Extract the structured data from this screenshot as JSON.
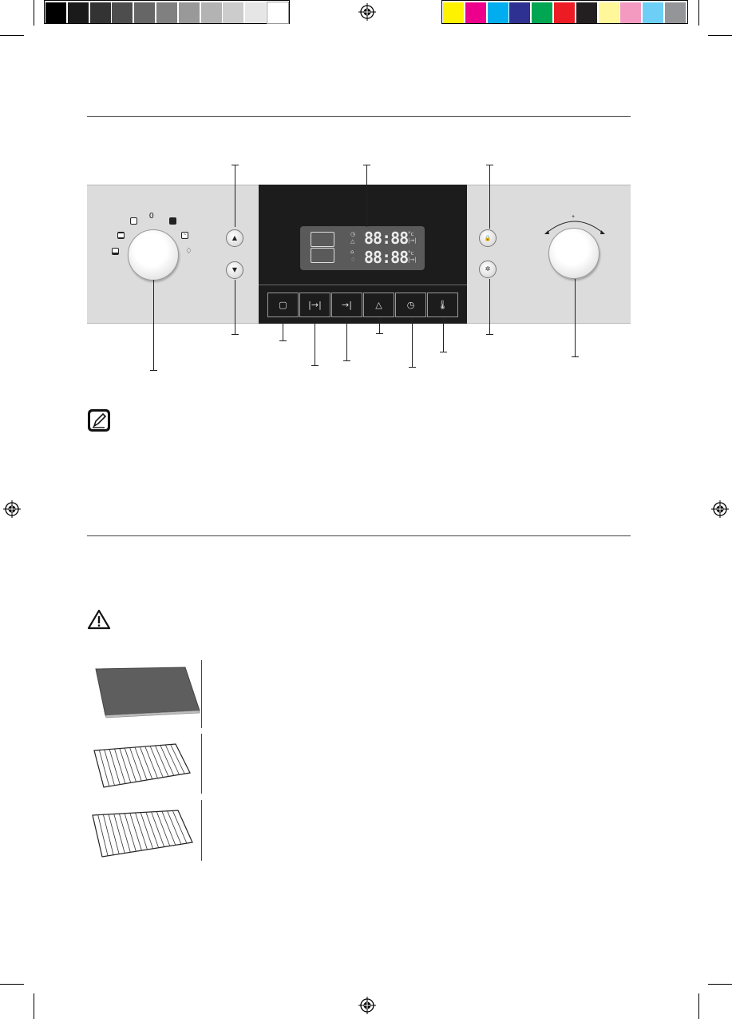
{
  "print_marks": {
    "grayscale_swatches": [
      "#000000",
      "#1a1a1a",
      "#333333",
      "#4d4d4d",
      "#666666",
      "#808080",
      "#999999",
      "#b3b3b3",
      "#cccccc",
      "#e6e6e6",
      "#ffffff"
    ],
    "color_swatches": [
      "#fff200",
      "#ec008c",
      "#00aeef",
      "#2e3192",
      "#00a651",
      "#ed1c24",
      "#231f20",
      "#fff799",
      "#f49ac1",
      "#6dcff6",
      "#939598"
    ]
  },
  "control_panel": {
    "mode_dial": {
      "off_label": "0",
      "mode_icons": [
        "fan-heating-icon",
        "top-bottom-heating-icon",
        "bottom-heating-icon",
        "conventional-icon",
        "grill-icon",
        "defrost-icon",
        "pizza-icon"
      ]
    },
    "shelf_buttons": {
      "up_glyph": "▲",
      "down_glyph": "▼"
    },
    "display": {
      "top_digits": "88:88",
      "bottom_digits": "88:88",
      "indicators": [
        "clock-icon",
        "timer-bell-icon",
        "lock-icon",
        "steam-icon"
      ]
    },
    "touch_buttons": [
      {
        "icon": "oven-select-icon",
        "glyph": "▢"
      },
      {
        "icon": "cooking-time-icon",
        "glyph": "|→|"
      },
      {
        "icon": "end-time-icon",
        "glyph": "→|"
      },
      {
        "icon": "kitchen-timer-icon",
        "glyph": "△"
      },
      {
        "icon": "clock-icon",
        "glyph": "◷"
      },
      {
        "icon": "temperature-icon",
        "glyph": "🌡"
      }
    ],
    "right_buttons": {
      "lock_glyph": "🔒",
      "light_glyph": "✲"
    },
    "value_dial": {
      "mark": "+"
    }
  },
  "notes": {
    "note_icon": "note-pencil-icon",
    "warning_icon": "warning-triangle-icon"
  },
  "accessories": {
    "items": [
      {
        "name": "baking-tray",
        "image": "flat-tray-illustration"
      },
      {
        "name": "wire-shelf",
        "image": "wire-rack-illustration"
      },
      {
        "name": "wire-shelf-for-tray",
        "image": "wire-rack-insert-illustration"
      }
    ]
  }
}
